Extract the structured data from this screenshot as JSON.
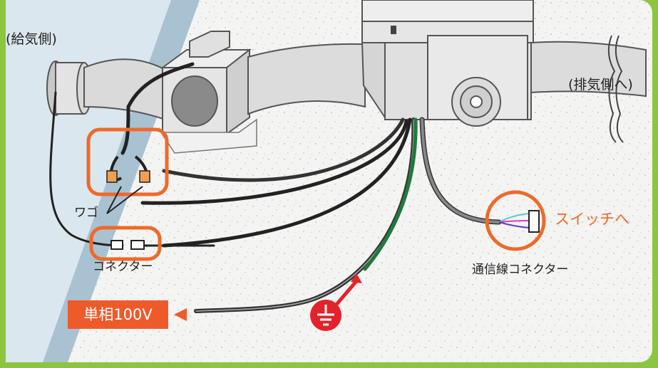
{
  "labels": {
    "supply_side": "(給気側)",
    "exhaust_side": "(排気側へ)",
    "wago": "ワゴ",
    "connector": "コネクター",
    "comm_connector": "通信線コネクター",
    "to_switch": "スイッチへ",
    "power": "単相100V"
  },
  "icons": {
    "ground": "ground-symbol-icon",
    "arrow": "red-arrow-icon",
    "power_arrow": "power-pointer-arrow-icon"
  },
  "colors": {
    "frame_green": "#8cc63f",
    "highlight_orange": "#ee6a2a",
    "ground_red": "#e3222b",
    "ground_wire_green": "#1f7a3b",
    "power_label_bg": "#ee5a2a"
  }
}
